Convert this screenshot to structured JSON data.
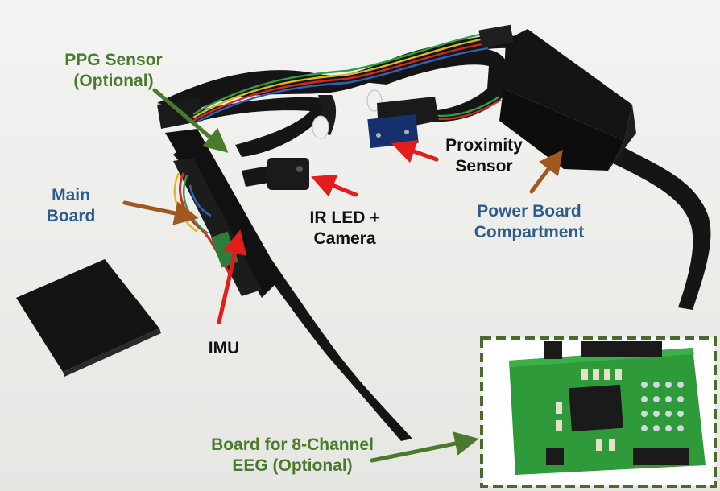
{
  "labels": {
    "ppg_sensor": {
      "line1": "PPG Sensor",
      "line2": "(Optional)",
      "color": "#4a7a2c"
    },
    "main_board": {
      "line1": "Main",
      "line2": "Board",
      "color": "#2e5c8a"
    },
    "ir_led_camera": {
      "line1": "IR LED +",
      "line2": "Camera",
      "color": "#111111"
    },
    "proximity_sensor": {
      "line1": "Proximity",
      "line2": "Sensor",
      "color": "#111111"
    },
    "power_board": {
      "line1": "Power Board",
      "line2": "Compartment",
      "color": "#2e5c8a"
    },
    "imu": {
      "line1": "IMU",
      "color": "#111111"
    },
    "eeg_board": {
      "line1": "Board for 8-Channel",
      "line2": "EEG (Optional)",
      "color": "#4a7a2c"
    }
  },
  "colors": {
    "background": "#eeeeec",
    "frame": "#111111",
    "arrow_red": "#e51c1c",
    "arrow_brown": "#a0581e",
    "arrow_green": "#4a7a2c",
    "pcb_green": "#2e9a3a",
    "inset_border": "#4a6a30"
  }
}
